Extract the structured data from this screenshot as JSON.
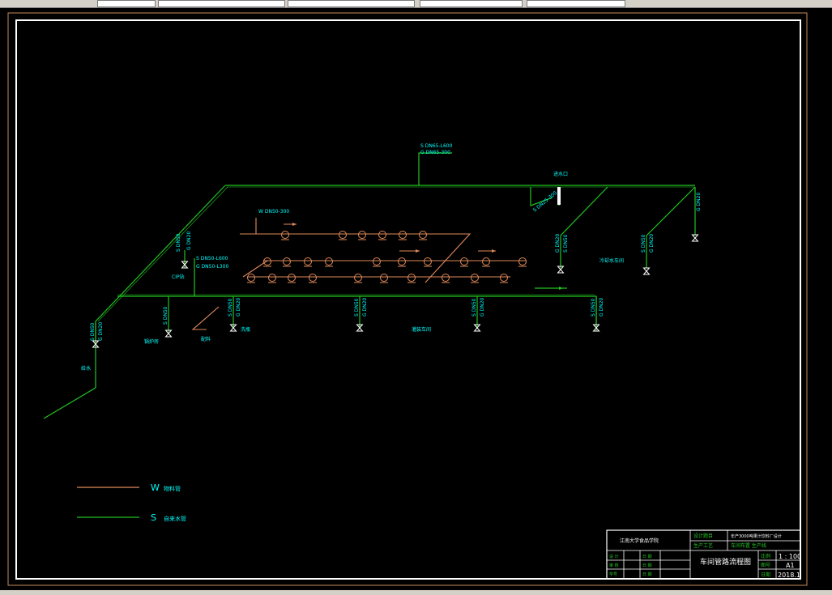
{
  "pipe_labels": {
    "main_top_s": "S DN65-L600",
    "main_top_g": "G DN65-300",
    "w_branch": "W DN50-300",
    "mid_s": "S DN50-L600",
    "mid_g": "G DN50-L300",
    "sub1": "S DN25-300",
    "left_branch": "G DN20",
    "r1": "G DN20",
    "r1b": "S DN50",
    "r2": "S DN50",
    "r2b": "G DN20",
    "r3": "G DN20",
    "b1": "S DN50",
    "b1b": "G DN20",
    "b2": "S DN50",
    "b2b": "G DN20",
    "b3": "S DN50",
    "b3b": "G DN20",
    "b4": "S DN50",
    "b4b": "G DN20",
    "b5": "S DN50",
    "b5b": "G DN20",
    "far_left": "S DN50",
    "far_left_b": "G DN20"
  },
  "area_labels": {
    "inlet": "进水口",
    "water_supply": "给水",
    "right_area": "冷却水车间",
    "left_area": "锅炉房",
    "lower_mid": "配料",
    "center": "灌装车间",
    "mid_area": "洗瓶",
    "cip_area": "CIP站"
  },
  "legend": [
    {
      "code": "W",
      "desc": "物料管",
      "color": "#e08a5a"
    },
    {
      "code": "S",
      "desc": "自来水管",
      "color": "#22c322"
    }
  ],
  "title_block": {
    "school": "江南大学食品学院",
    "project_label": "设计题目",
    "project": "年产3000吨果汁饮料厂设计",
    "drawing_title": "车间管路流程图",
    "scale_label": "比例",
    "scale": "1 : 100",
    "size_label": "图号",
    "size": "A1",
    "date_label": "日期",
    "date": "2018.1",
    "left_row1_a": "设  计",
    "left_row1_b": "日  期",
    "left_row2_a": "审  核",
    "left_row2_b": "日  期",
    "left_row3_a": "学号",
    "left_row3_b": "日  期",
    "unit_label": "生产工艺",
    "unit_value": "车间布置  生产线"
  },
  "colors": {
    "water": "#22c322",
    "material": "#e08a5a",
    "text_cyan": "#00ffff",
    "frame": "#ffffff"
  }
}
